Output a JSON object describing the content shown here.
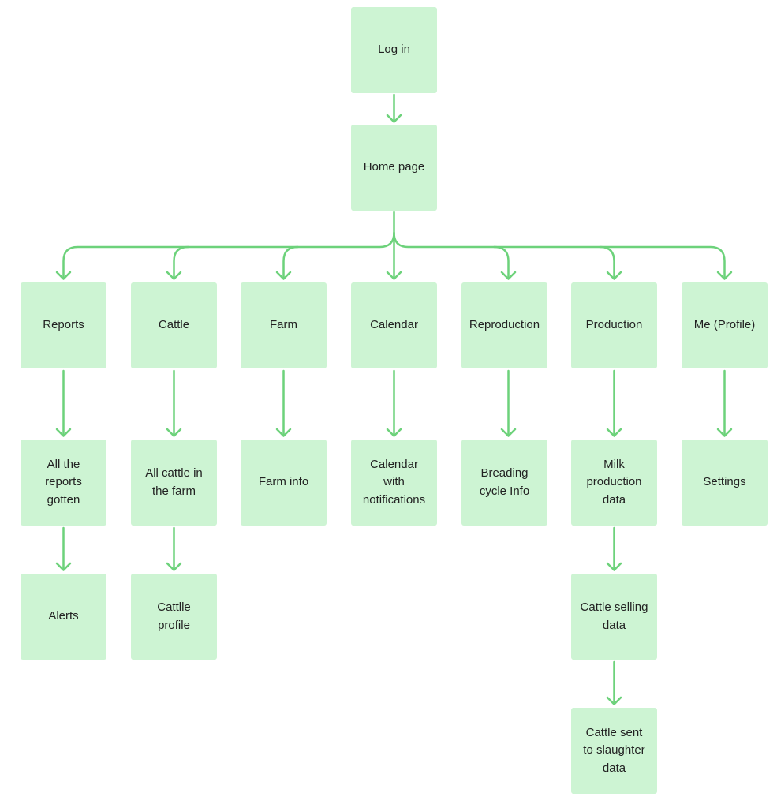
{
  "flowchart": {
    "nodes": {
      "login": "Log in",
      "home": "Home page",
      "reports": "Reports",
      "cattle": "Cattle",
      "farm": "Farm",
      "calendar": "Calendar",
      "reproduction": "Reproduction",
      "production": "Production",
      "profile": "Me (Profile)",
      "all_reports": "All the\nreports\ngotten",
      "all_cattle": "All cattle in\nthe farm",
      "farm_info": "Farm info",
      "calendar_notifications": "Calendar\nwith\nnotifications",
      "breeding_info": "Breading\ncycle Info",
      "milk_data": "Milk\nproduction\ndata",
      "settings": "Settings",
      "alerts": "Alerts",
      "cattle_profile": "Cattlle\nprofile",
      "selling_data": "Cattle selling\ndata",
      "slaughter_data": "Cattle sent\nto slaughter\ndata"
    },
    "edges": [
      [
        "login",
        "home"
      ],
      [
        "home",
        "reports"
      ],
      [
        "home",
        "cattle"
      ],
      [
        "home",
        "farm"
      ],
      [
        "home",
        "calendar"
      ],
      [
        "home",
        "reproduction"
      ],
      [
        "home",
        "production"
      ],
      [
        "home",
        "profile"
      ],
      [
        "reports",
        "all_reports"
      ],
      [
        "all_reports",
        "alerts"
      ],
      [
        "cattle",
        "all_cattle"
      ],
      [
        "all_cattle",
        "cattle_profile"
      ],
      [
        "farm",
        "farm_info"
      ],
      [
        "calendar",
        "calendar_notifications"
      ],
      [
        "reproduction",
        "breeding_info"
      ],
      [
        "production",
        "milk_data"
      ],
      [
        "milk_data",
        "selling_data"
      ],
      [
        "selling_data",
        "slaughter_data"
      ],
      [
        "profile",
        "settings"
      ]
    ],
    "colors": {
      "node_fill": "#cdf4d3",
      "connector": "#6dd27b",
      "text": "#222222"
    }
  }
}
